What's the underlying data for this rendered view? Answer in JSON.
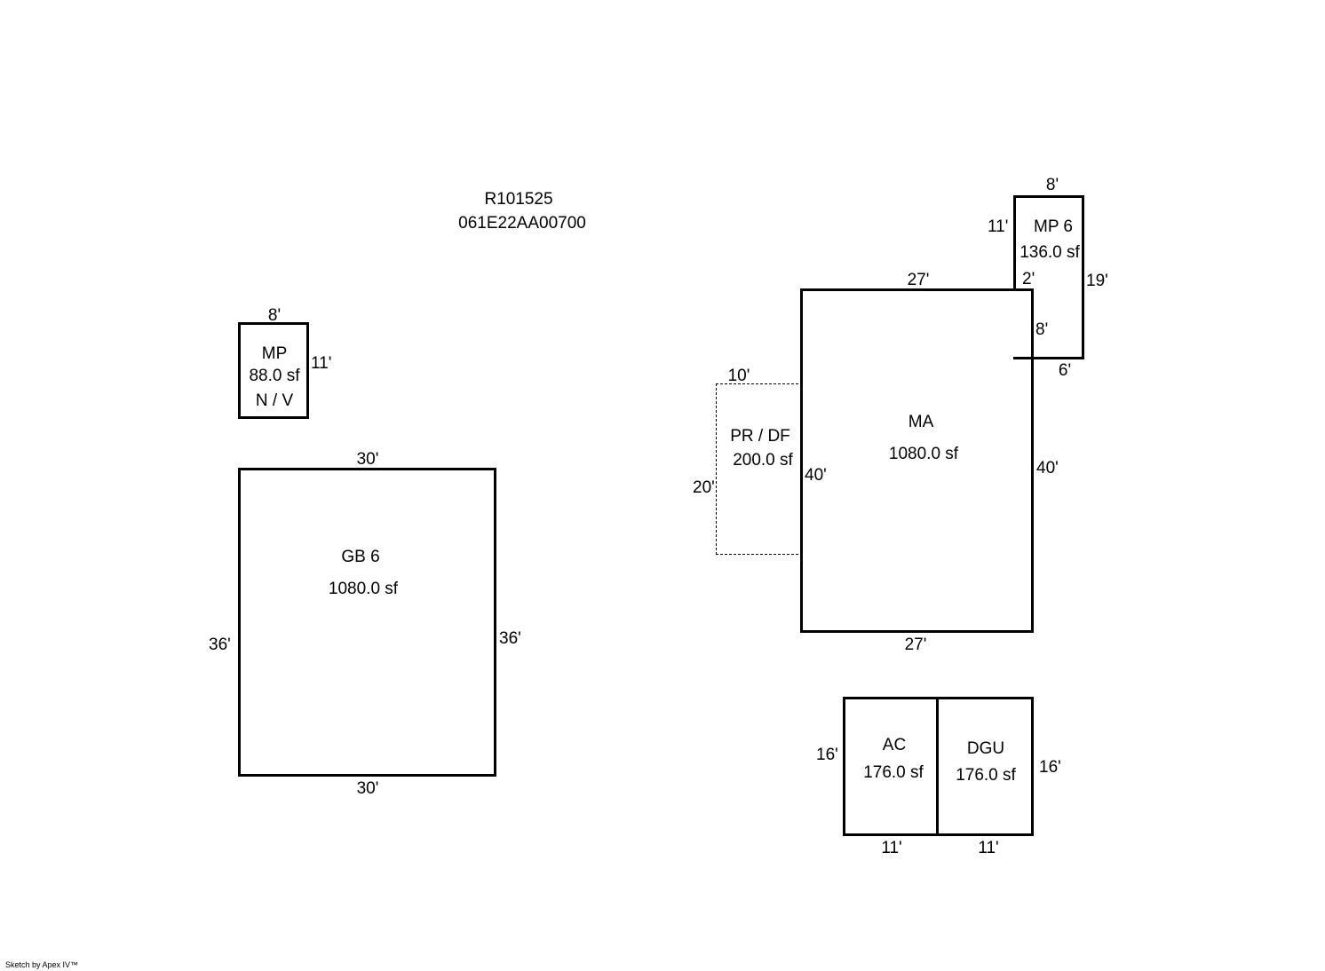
{
  "header": {
    "parcel_id": "R101525",
    "map_number": "061E22AA00700"
  },
  "areas": {
    "mp": {
      "code": "MP",
      "area": "88.0 sf",
      "note": "N / V",
      "top": "8'",
      "right": "11'"
    },
    "gb6": {
      "code": "GB 6",
      "area": "1080.0 sf",
      "top": "30'",
      "bottom": "30'",
      "left": "36'",
      "right": "36'"
    },
    "mp6": {
      "code": "MP 6",
      "area": "136.0 sf",
      "top": "8'",
      "left": "11'",
      "inner": "2'",
      "right": "19'",
      "bottom": "6'",
      "lower_left": "8'"
    },
    "ma": {
      "code": "MA",
      "area": "1080.0 sf",
      "top": "27'",
      "bottom": "27'",
      "left": "40'",
      "right": "40'"
    },
    "pr_df": {
      "code": "PR / DF",
      "area": "200.0 sf",
      "top": "10'",
      "left": "20'"
    },
    "ac": {
      "code": "AC",
      "area": "176.0 sf",
      "left": "16'",
      "bottom": "11'"
    },
    "dgu": {
      "code": "DGU",
      "area": "176.0 sf",
      "right": "16'",
      "bottom": "11'"
    }
  },
  "footer": {
    "credit": "Sketch by Apex IV™"
  }
}
